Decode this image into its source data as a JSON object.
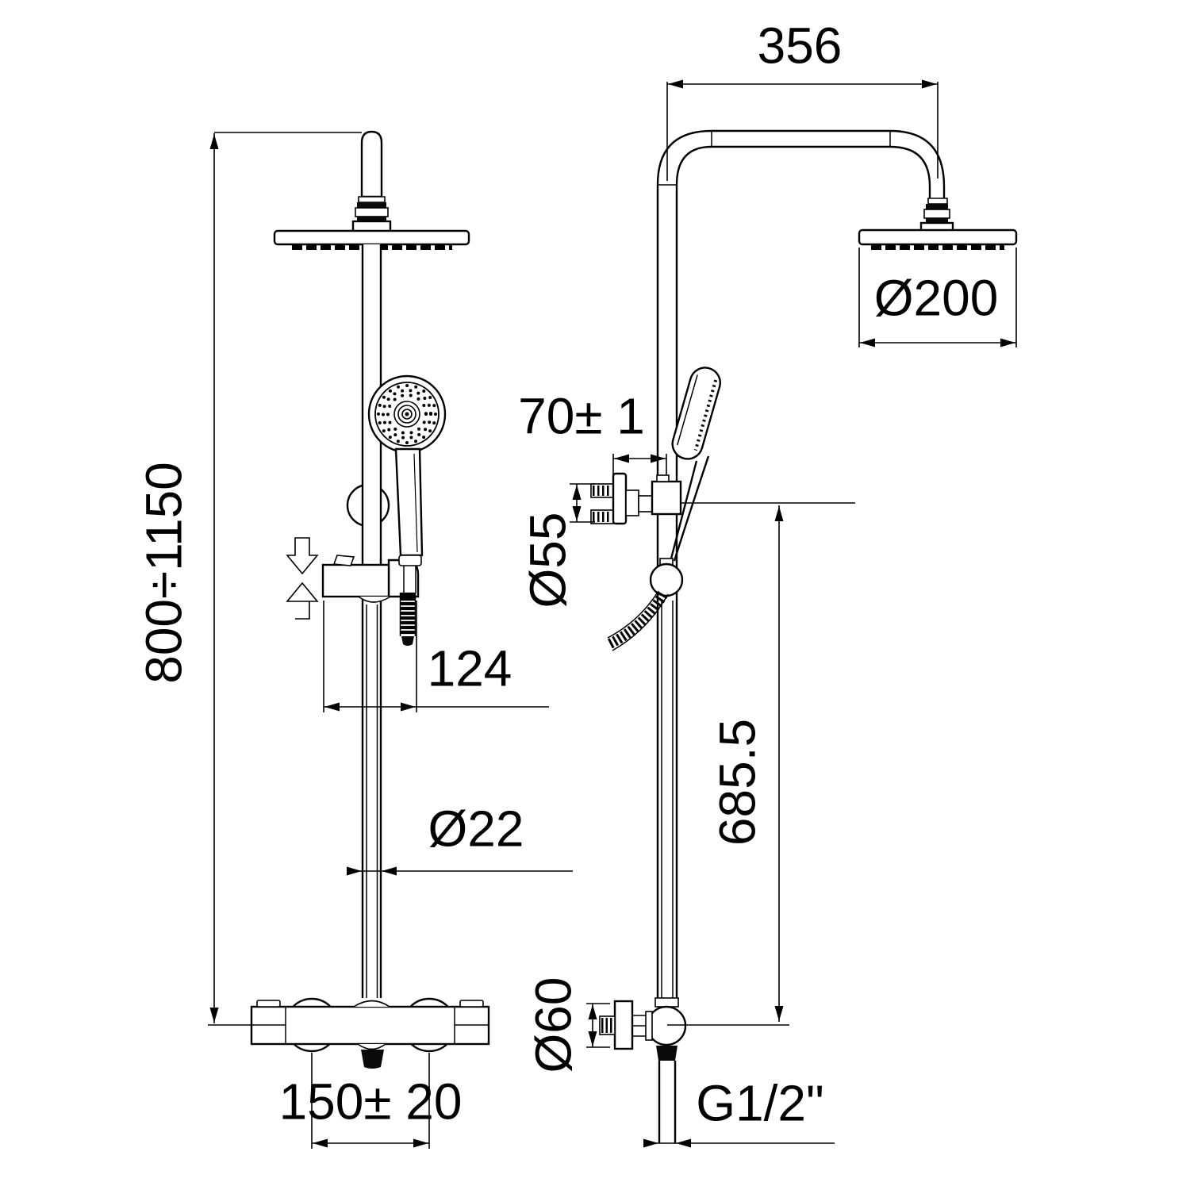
{
  "drawing": {
    "subject": "shower-column-technical-drawing",
    "background": "#ffffff",
    "line_color": "#000000",
    "views": [
      "front-view",
      "side-view"
    ],
    "dims": {
      "height_range": "800÷1150",
      "arm_projection": "356",
      "rain_head_diameter": "Ø200",
      "wall_bracket_offset": "70± 1",
      "wall_flange_diameter": "Ø55",
      "slider_offset": "124",
      "column_pipe_diameter": "Ø22",
      "bracket_to_valve": "685.5",
      "valve_body_diameter": "Ø60",
      "inlet_spacing": "150± 20",
      "connection_thread": "G1/2\""
    }
  }
}
